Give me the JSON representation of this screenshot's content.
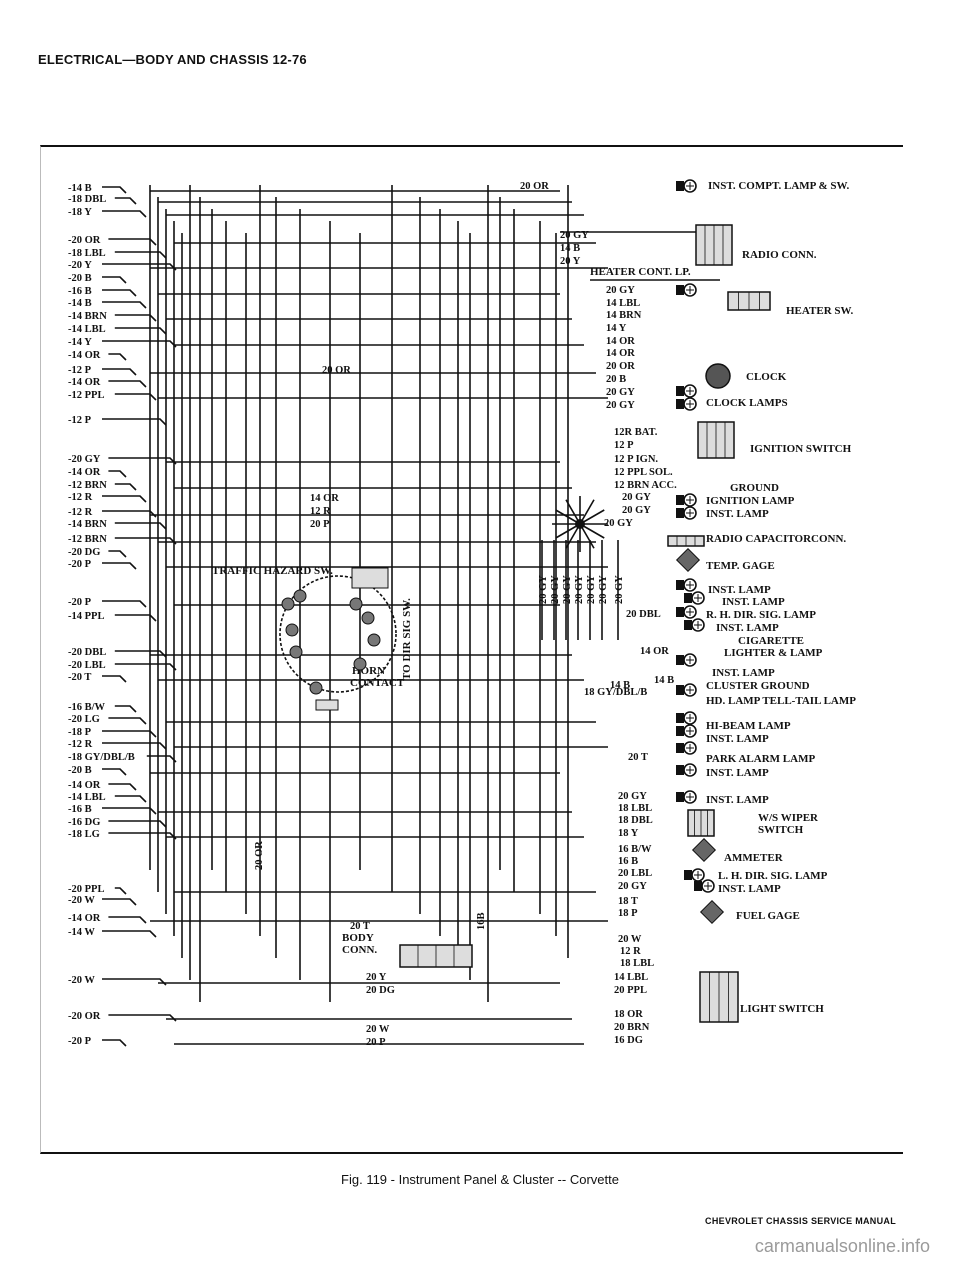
{
  "header": {
    "title": "ELECTRICAL—BODY AND CHASSIS 12-76"
  },
  "caption": "Fig. 119 - Instrument Panel & Cluster -- Corvette",
  "footer": "CHEVROLET CHASSIS SERVICE MANUAL",
  "watermark": "carmanualsonline.info",
  "diagram": {
    "left_wires": [
      "14 B",
      "18 DBL",
      "18 Y",
      "20 OR",
      "18 LBL",
      "20 Y",
      "20 B",
      "16 B",
      "14 B",
      "14 BRN",
      "14 LBL",
      "14 Y",
      "14 OR",
      "12 P",
      "14 OR",
      "12 PPL",
      "12 P",
      "20 GY",
      "14 OR",
      "12 BRN",
      "12 R",
      "12 R",
      "14 BRN",
      "12 BRN",
      "20 DG",
      "20 P",
      "20 P",
      "14 PPL",
      "20 DBL",
      "20 LBL",
      "20 T",
      "16 B/W",
      "20 LG",
      "18 P",
      "12 R",
      "18 GY/DBL/B",
      "20 B",
      "14 OR",
      "14 LBL",
      "16 B",
      "16 DG",
      "18 LG",
      "20 PPL",
      "20 W",
      "14 OR",
      "14 W",
      "20 W",
      "20 OR",
      "20 P"
    ],
    "right_wires": [
      "20 GY",
      "14 B",
      "20 Y",
      "20 GY",
      "14 LBL",
      "14 BRN",
      "14 Y",
      "14 OR",
      "14 OR",
      "20 OR",
      "20 B",
      "20 GY",
      "20 GY",
      "12R BAT.",
      "12 P",
      "12 P IGN.",
      "12 PPL SOL.",
      "12 BRN ACC.",
      "20 GY",
      "20 GY",
      "20 GY",
      "20 DBL",
      "14 OR",
      "14 B",
      "18 GY/DBL/B",
      "20 T",
      "20 GY",
      "18 LBL",
      "18 DBL",
      "18 Y",
      "16 B/W",
      "16 B",
      "20 LBL",
      "20 GY",
      "18 T",
      "18 P",
      "20 W",
      "12 R",
      "18 LBL",
      "14 LBL",
      "20 PPL",
      "18 OR",
      "20 BRN",
      "16 DG"
    ],
    "mid_labels": [
      "20 OR",
      "20 OR",
      "14 OR",
      "12 R",
      "20 P",
      "20 OR",
      "20 T",
      "20 Y",
      "20 DG",
      "20 W",
      "20 P",
      "16B",
      "14 B"
    ],
    "vertical_labels": [
      "20 GY",
      "20 GY",
      "20 GY",
      "20 GY",
      "20 GY",
      "20 GY",
      "20 GY"
    ],
    "components": [
      "INST. COMPT. LAMP & SW.",
      "RADIO CONN.",
      "HEATER CONT. LP.",
      "HEATER SW.",
      "CLOCK",
      "CLOCK LAMPS",
      "IGNITION SWITCH",
      "GROUND",
      "IGNITION LAMP",
      "INST. LAMP",
      "RADIO CAPACITOR CONN.",
      "TEMP. GAGE",
      "INST. LAMP",
      "INST. LAMP",
      "R. H. DIR. SIG. LAMP",
      "INST. LAMP",
      "CIGARETTE LIGHTER & LAMP",
      "INST. LAMP",
      "CLUSTER GROUND",
      "HD. LAMP TELL-TAIL LAMP",
      "HI-BEAM LAMP",
      "INST. LAMP",
      "PARK ALARM LAMP",
      "INST. LAMP",
      "INST. LAMP",
      "W/S WIPER SWITCH",
      "AMMETER",
      "L. H. DIR. SIG. LAMP",
      "INST. LAMP",
      "FUEL GAGE",
      "LIGHT SWITCH",
      "TRAFFIC HAZARD SW.",
      "TO DIR SIG SW.",
      "HORN CONTACT",
      "BODY CONN."
    ]
  }
}
